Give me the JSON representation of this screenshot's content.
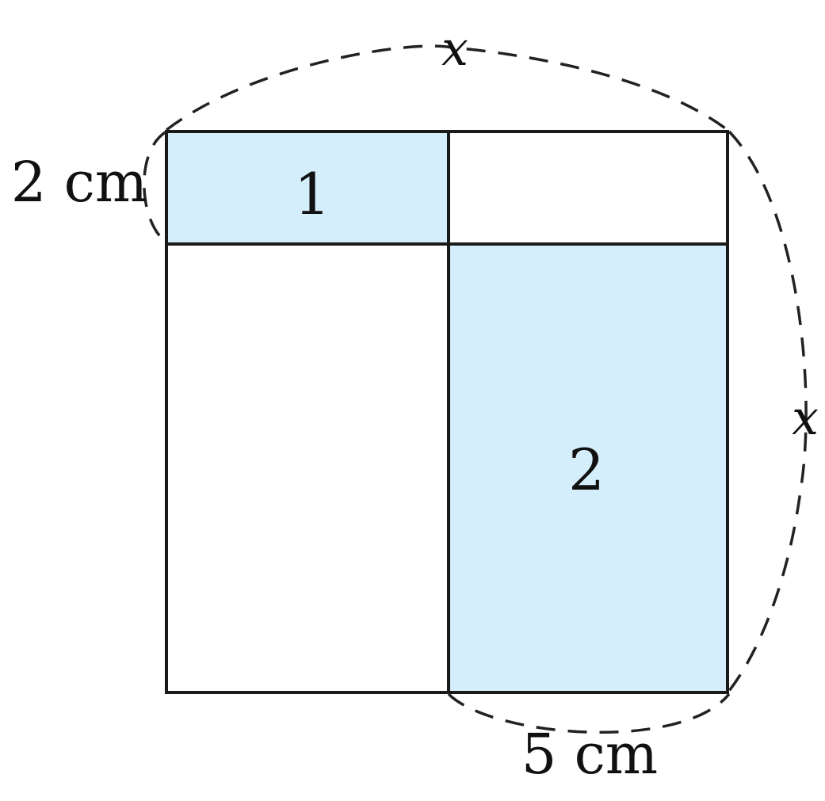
{
  "colors": {
    "shade": "#d4eefb",
    "line": "#1a1a1a"
  },
  "labels": {
    "top_side": "x",
    "right_side": "x",
    "left_segment": "2 cm",
    "bottom_segment": "5 cm",
    "region_1": "1",
    "region_2": "2"
  }
}
